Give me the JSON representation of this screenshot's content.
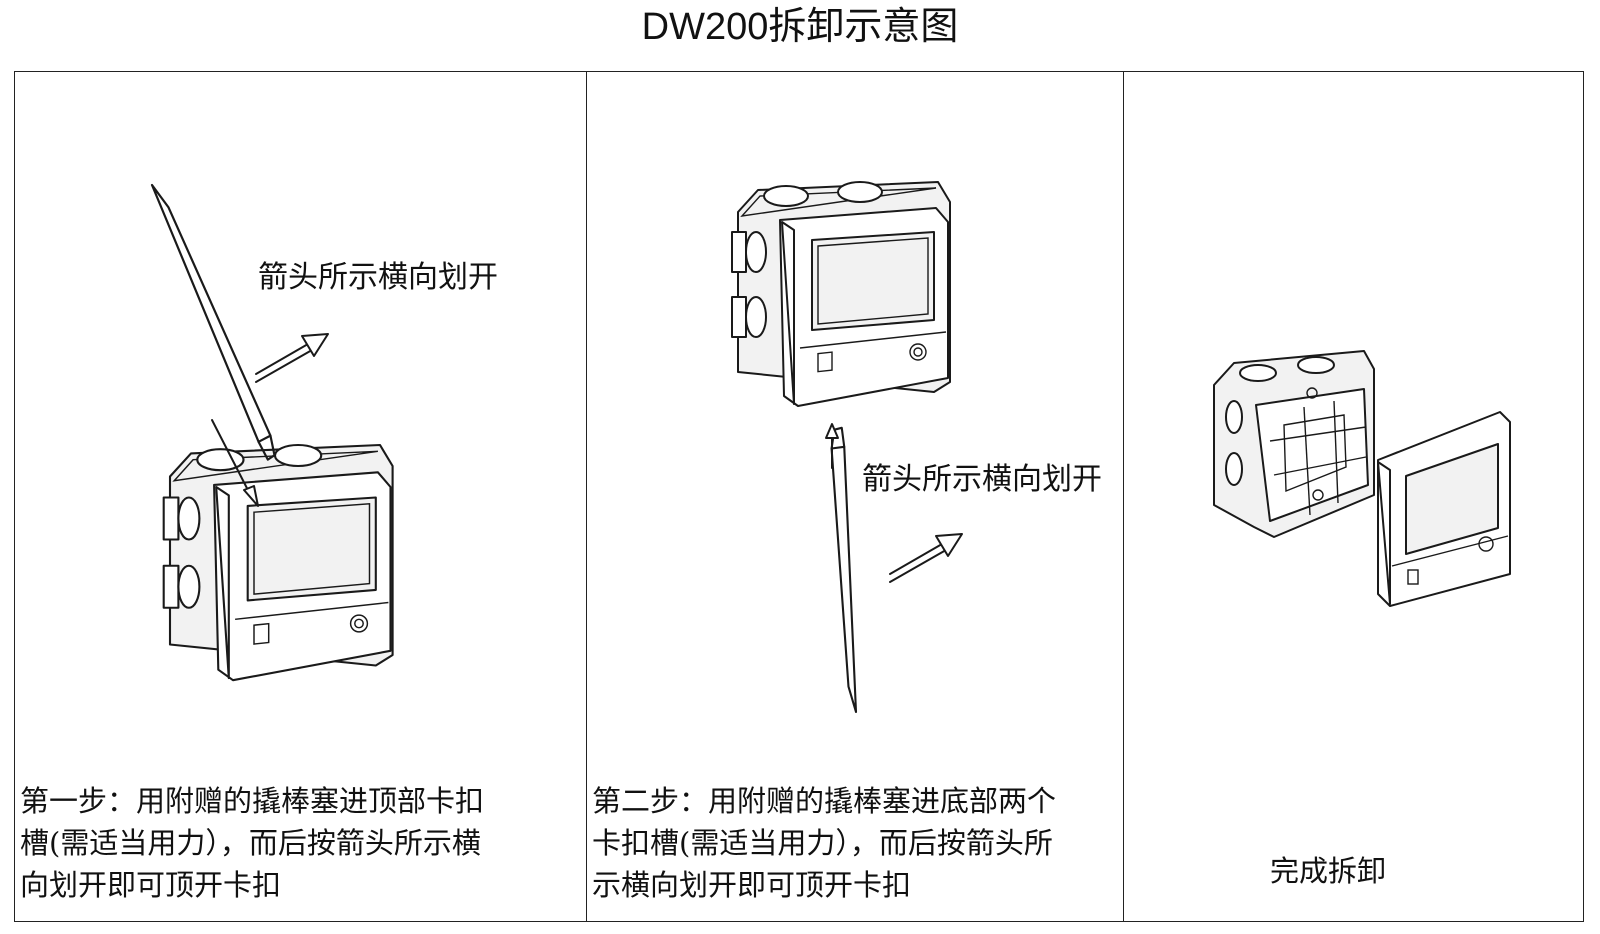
{
  "title": "DW200拆卸示意图",
  "panels": [
    {
      "arrow_note": "箭头所示横向划开",
      "caption_lines": [
        "第一步：用附赠的撬棒塞进顶部卡扣",
        "槽(需适当用力），而后按箭头所示横",
        "向划开即可顶开卡扣"
      ]
    },
    {
      "arrow_note": "箭头所示横向划开",
      "caption_lines": [
        "第二步：用附赠的撬棒塞进底部两个",
        "卡扣槽(需适当用力），而后按箭头所",
        "示横向划开即可顶开卡扣"
      ]
    },
    {
      "caption_lines": [
        "完成拆卸"
      ]
    }
  ],
  "icons": {
    "device": "device-icon",
    "pry_tool": "pry-bar-icon",
    "arrow": "arrow-icon",
    "mount_box": "mounting-box-icon",
    "panel": "face-panel-icon"
  }
}
